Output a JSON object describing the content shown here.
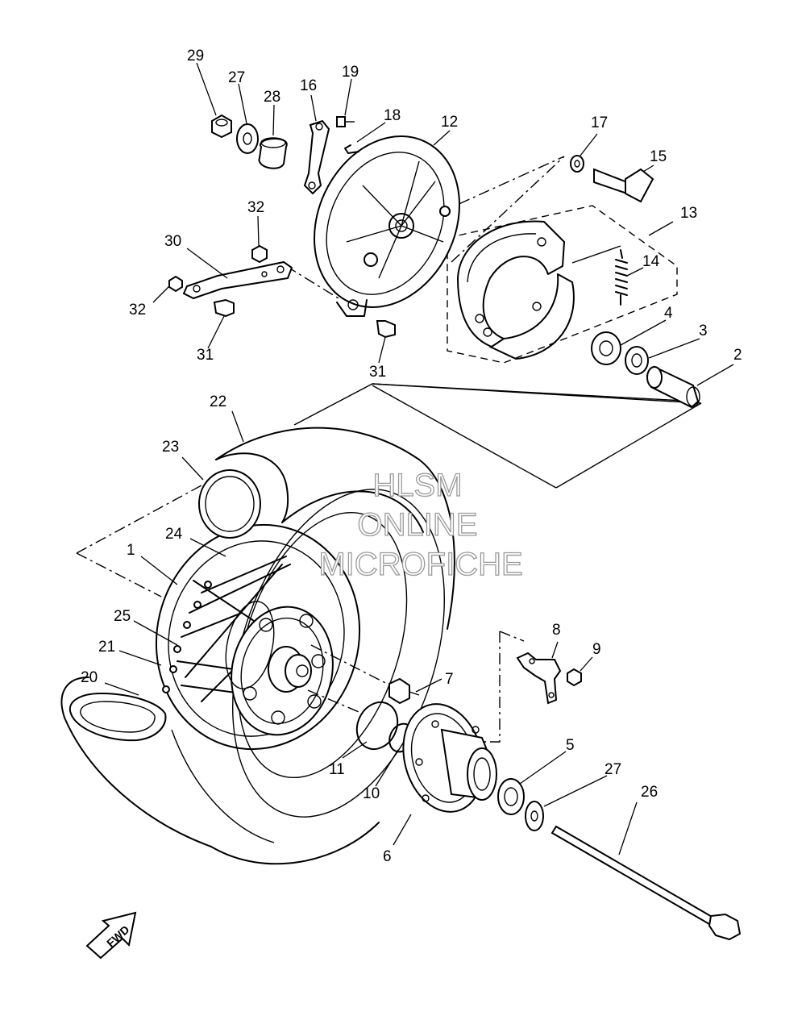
{
  "watermark": {
    "line1": "HLSM",
    "line2": "ONLINE",
    "line3": "MICROFICHE"
  },
  "fwd_label": "FWD",
  "callouts": {
    "c1": "1",
    "c2": "2",
    "c3": "3",
    "c4": "4",
    "c5": "5",
    "c6": "6",
    "c7": "7",
    "c8": "8",
    "c9": "9",
    "c10": "10",
    "c11": "11",
    "c12": "12",
    "c13": "13",
    "c14": "14",
    "c15": "15",
    "c16": "16",
    "c17": "17",
    "c18": "18",
    "c19": "19",
    "c20": "20",
    "c21": "21",
    "c22": "22",
    "c23": "23",
    "c24": "24",
    "c25": "25",
    "c26": "26",
    "c27a": "27",
    "c27b": "27",
    "c28": "28",
    "c29": "29",
    "c30": "30",
    "c31a": "31",
    "c31b": "31",
    "c32a": "32",
    "c32b": "32"
  }
}
